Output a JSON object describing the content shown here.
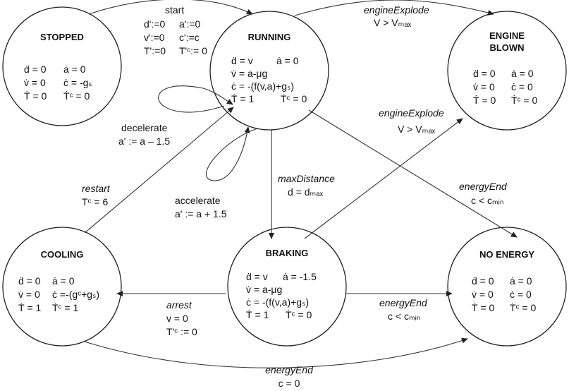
{
  "states": {
    "stopped": {
      "name": "STOPPED",
      "eq": [
        [
          "ḋ = 0",
          "ȧ = 0"
        ],
        [
          "v̇ = 0",
          "ċ = -gₛ"
        ],
        [
          "Ṫ = 0",
          "Ṫᶜ = 0"
        ]
      ]
    },
    "running": {
      "name": "RUNNING",
      "eq": [
        [
          "ḋ = v",
          "ȧ = 0"
        ],
        [
          "v̇ = a-μg",
          ""
        ],
        [
          "ċ = -(f(v,a)+gₛ)",
          ""
        ],
        [
          "Ṫ = 1",
          "Ṫᶜ = 0"
        ]
      ]
    },
    "engine_blown": {
      "name": [
        "ENGINE",
        "BLOWN"
      ],
      "eq": [
        [
          "ḋ = 0",
          "ȧ = 0"
        ],
        [
          "v̇ = 0",
          "ċ = 0"
        ],
        [
          "Ṫ = 0",
          "Ṫᶜ = 0"
        ]
      ]
    },
    "cooling": {
      "name": "COOLING",
      "eq": [
        [
          "ḋ = 0",
          "ȧ = 0"
        ],
        [
          "v̇ = 0",
          "ċ =-(gᶜ+gₛ)"
        ],
        [
          "Ṫ = 1",
          "Ṫᶜ = 1"
        ]
      ]
    },
    "braking": {
      "name": "BRAKING",
      "eq": [
        [
          "ḋ = v",
          "ȧ = -1.5"
        ],
        [
          "v̇ = a-μg",
          ""
        ],
        [
          "ċ = -(f(v,a)+gₛ)",
          ""
        ],
        [
          "Ṫ = 1",
          "Ṫᶜ = 0"
        ]
      ]
    },
    "no_energy": {
      "name": "NO ENERGY",
      "eq": [
        [
          "ḋ = 0",
          "ȧ = 0"
        ],
        [
          "v̇ = 0",
          "ċ = 0"
        ],
        [
          "Ṫ = 0",
          "Ṫᶜ = 0"
        ]
      ]
    }
  },
  "transitions": {
    "start": {
      "event": "start",
      "resets": [
        [
          "d':=0",
          "a':=0"
        ],
        [
          "v':=0",
          "c':=c"
        ],
        [
          "T':=0",
          "T'ᶜ:= 0"
        ]
      ]
    },
    "engine_explode_top": {
      "event": "engineExplode",
      "guard": "V > Vₘₐₓ"
    },
    "engine_explode_braking": {
      "event": "engineExplode",
      "guard": "V > Vₘₐₓ"
    },
    "decelerate": {
      "event": "decelerate",
      "reset": "a' := a – 1.5"
    },
    "accelerate": {
      "event": "accelerate",
      "reset": "a' := a + 1.5"
    },
    "restart": {
      "event": "restart",
      "guard": "Tᶜ = 6"
    },
    "max_distance": {
      "event": "maxDistance",
      "guard": "d = dₘₐₓ"
    },
    "energy_end_running": {
      "event": "energyEnd",
      "guard": "c < cₘᵢₙ"
    },
    "energy_end_braking": {
      "event": "energyEnd",
      "guard": "c < cₘᵢₙ"
    },
    "arrest": {
      "event": "arrest",
      "resets": [
        "v = 0",
        "T'ᶜ := 0"
      ]
    },
    "energy_end_cooling": {
      "event": "energyEnd",
      "guard": "c = 0"
    }
  }
}
